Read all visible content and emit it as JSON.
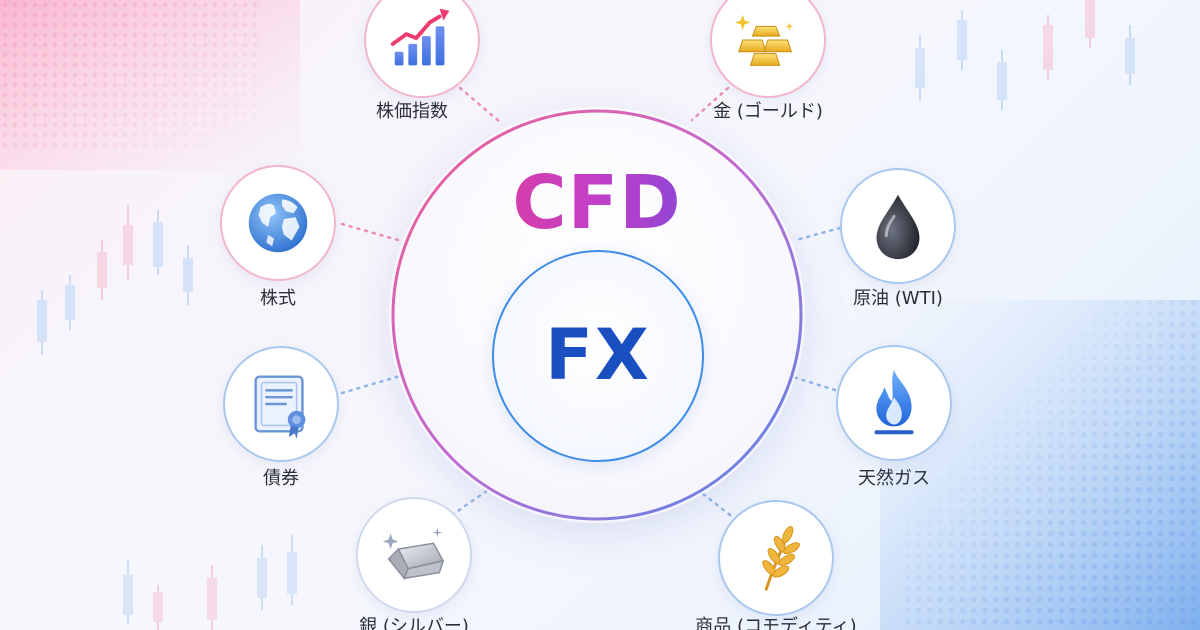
{
  "diagram": {
    "center_outer": "CFD",
    "center_inner": "FX",
    "nodes": [
      {
        "key": "stock-index",
        "label": "株価指数",
        "icon": "bar-chart-up-icon"
      },
      {
        "key": "gold",
        "label": "金 (ゴールド)",
        "icon": "gold-bars-icon"
      },
      {
        "key": "stocks",
        "label": "株式",
        "icon": "globe-icon"
      },
      {
        "key": "crude-oil",
        "label": "原油 (WTI)",
        "icon": "oil-drop-icon"
      },
      {
        "key": "bonds",
        "label": "債券",
        "icon": "certificate-icon"
      },
      {
        "key": "natural-gas",
        "label": "天然ガス",
        "icon": "gas-flame-icon"
      },
      {
        "key": "silver",
        "label": "銀 (シルバー)",
        "icon": "silver-bar-icon"
      },
      {
        "key": "commodities",
        "label": "商品 (コモディティ)",
        "icon": "wheat-icon"
      }
    ]
  },
  "colors": {
    "pink": "#ee3b7f",
    "purple": "#c23fc8",
    "blue": "#3d8ce6",
    "navy": "#1a4fc2"
  }
}
